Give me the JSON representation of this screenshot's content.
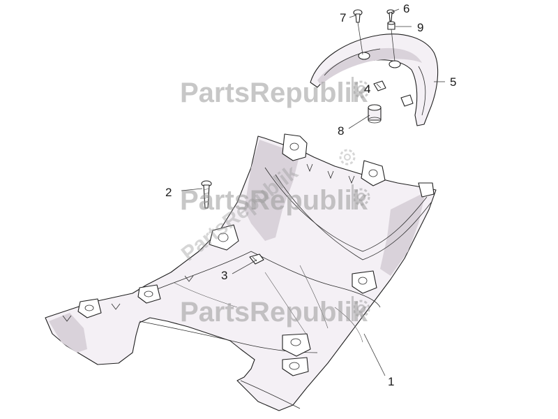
{
  "watermark": {
    "brand_text": "PartsRepublik"
  },
  "callouts": [
    {
      "id": "1",
      "label": "1"
    },
    {
      "id": "2",
      "label": "2"
    },
    {
      "id": "3",
      "label": "3"
    },
    {
      "id": "4",
      "label": "4"
    },
    {
      "id": "5",
      "label": "5"
    },
    {
      "id": "6",
      "label": "6"
    },
    {
      "id": "7",
      "label": "7"
    },
    {
      "id": "8",
      "label": "8"
    },
    {
      "id": "9",
      "label": "9"
    }
  ],
  "icons": {
    "watermark_logo": "gear-icon"
  },
  "colors": {
    "line": "#1f1f1f",
    "part_fill": "#f4f0f5",
    "watermark": "#9a9a9a",
    "background": "#ffffff"
  }
}
